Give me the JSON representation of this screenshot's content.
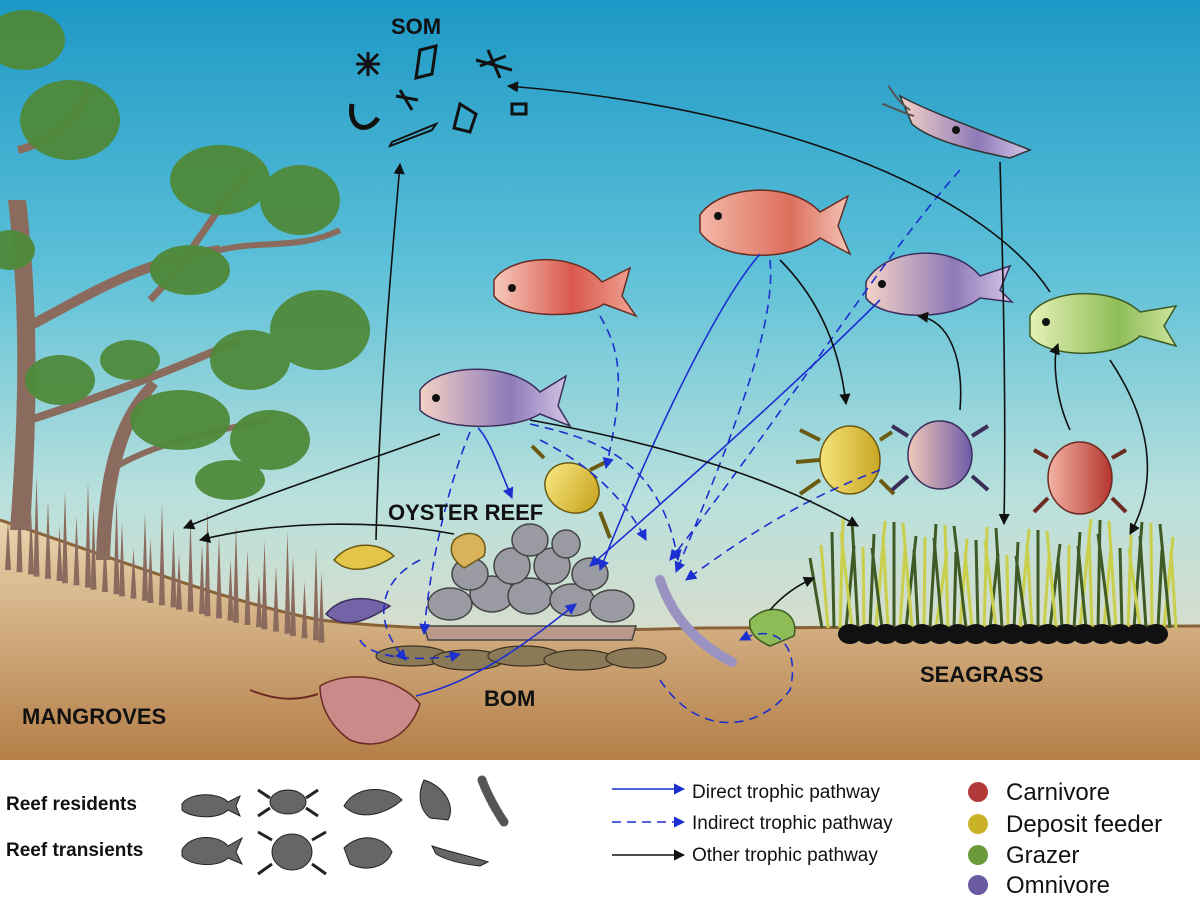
{
  "zones": {
    "som": "SOM",
    "oyster_reef": "OYSTER REEF",
    "bom": "BOM",
    "mangroves": "MANGROVES",
    "seagrass": "SEAGRASS"
  },
  "legend": {
    "groups": {
      "residents": "Reef residents",
      "transients": "Reef transients"
    },
    "pathways": {
      "direct": "Direct trophic pathway",
      "indirect": "Indirect trophic pathway",
      "other": "Other trophic pathway"
    },
    "guilds": {
      "carnivore": "Carnivore",
      "deposit_feeder": "Deposit feeder",
      "grazer": "Grazer",
      "omnivore": "Omnivore"
    }
  },
  "colors": {
    "carnivore": "#b23a3a",
    "deposit_feeder": "#c9b227",
    "grazer": "#6a9a3a",
    "omnivore": "#6a5aa0",
    "direct_pathway": "#1c2fd0",
    "indirect_pathway": "#1c2fd0",
    "other_pathway": "#111111",
    "water_top": "#1f9bc8",
    "water_bottom": "#f2d7b4",
    "sediment": "#b8864f"
  },
  "icons": {
    "residents": [
      "fish-icon",
      "crab-icon",
      "shrimp-icon",
      "snail-icon",
      "worm-icon"
    ],
    "transients": [
      "bream-icon",
      "crab-icon",
      "stingray-icon",
      "squid-icon"
    ]
  }
}
